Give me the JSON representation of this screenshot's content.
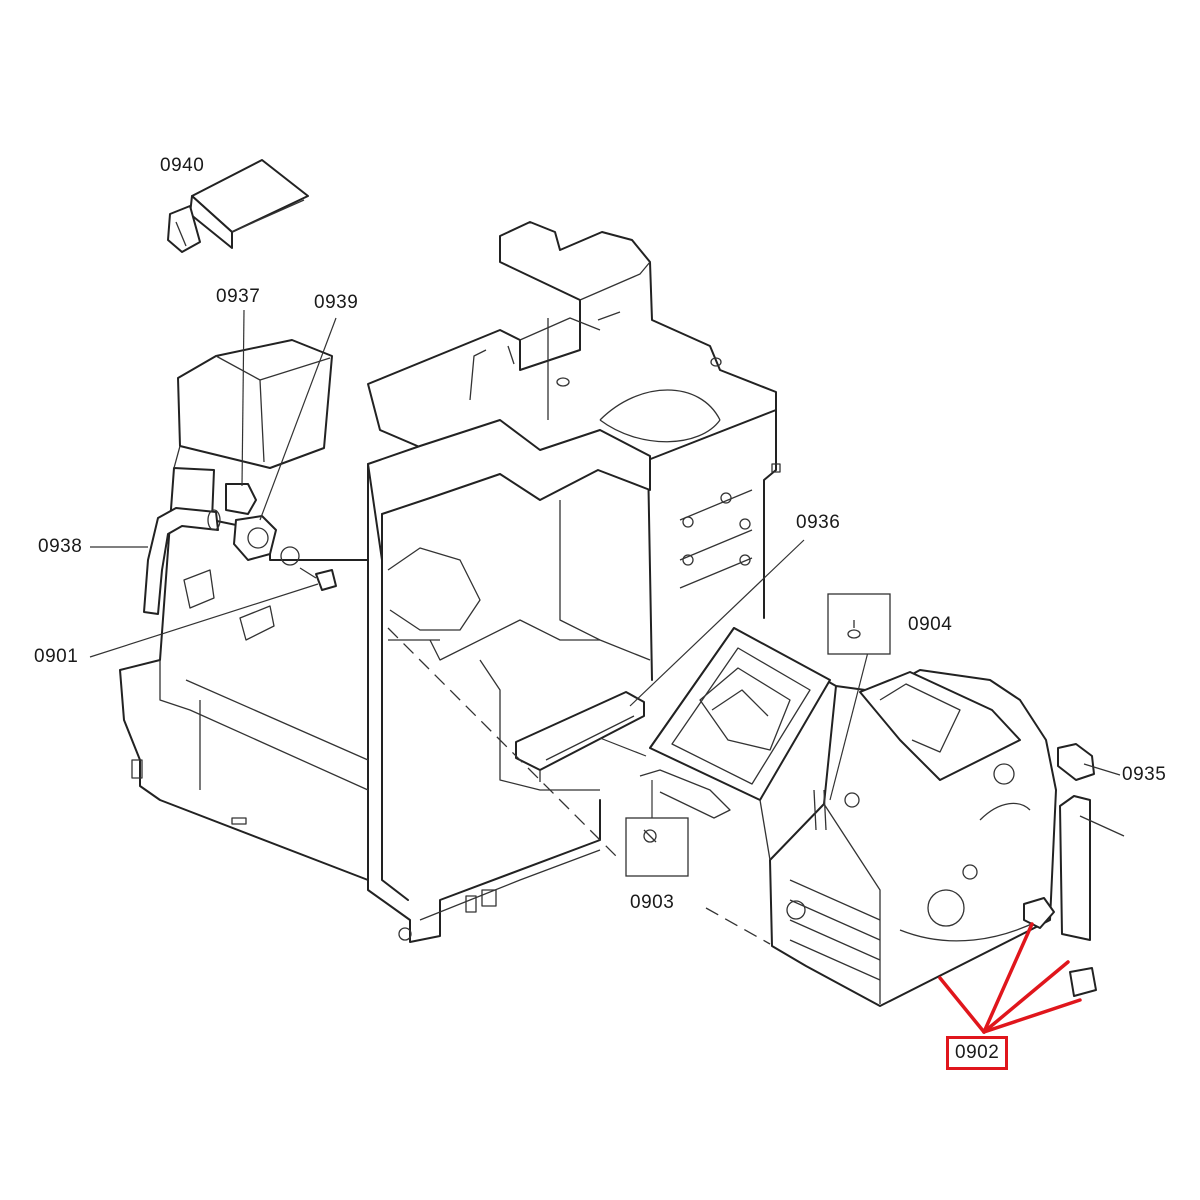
{
  "callouts": {
    "p0940": "0940",
    "p0937": "0937",
    "p0939": "0939",
    "p0938": "0938",
    "p0901": "0901",
    "p0936": "0936",
    "p0904": "0904",
    "p0935": "0935",
    "p0903": "0903",
    "p0902": "0902"
  },
  "highlight": {
    "part": "0902",
    "color": "#e0161c"
  }
}
